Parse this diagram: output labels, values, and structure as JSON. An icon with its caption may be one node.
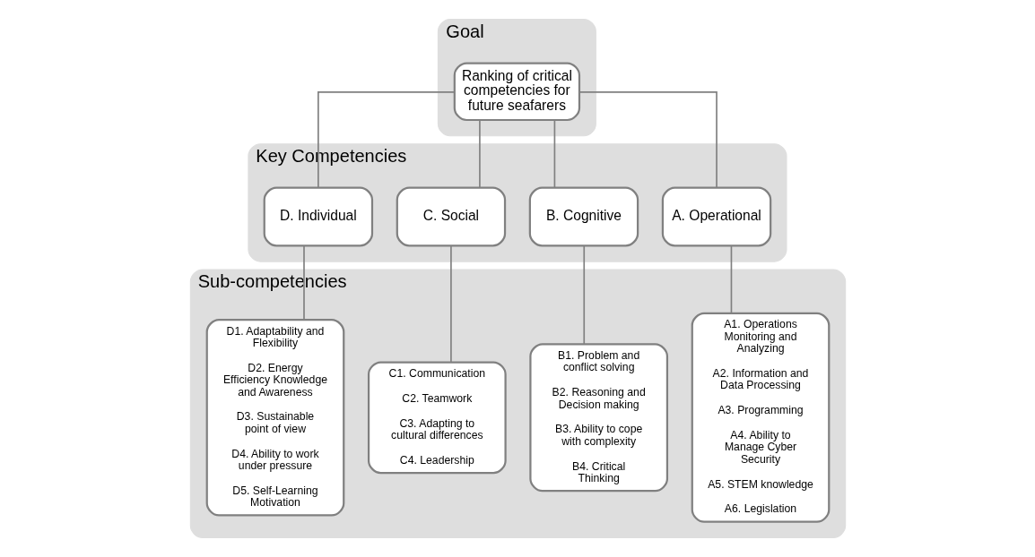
{
  "diagram": {
    "nodes": [
      {
        "text": [
          "Goal"
        ]
      },
      {
        "text": [
          "Ranking of critical competencies for future seafarers"
        ],
        "in": 0
      },
      {
        "text": [
          "Key Competencies"
        ]
      },
      {
        "text": [
          "A. Operational"
        ],
        "in": 2
      },
      {
        "text": [
          "B. Cognitive"
        ],
        "in": 2
      },
      {
        "text": [
          "C. Social"
        ],
        "in": 2
      },
      {
        "text": [
          "D. Individual"
        ],
        "in": 2
      },
      {
        "text": [
          "Sub-competencies"
        ]
      },
      {
        "text": [
          "A1. Operations Monitoring and Analyzing",
          "A2. Information and Data Processing",
          "A3. Programming",
          "A4. Ability to Manage Cyber Security",
          "A5. STEM knowledge",
          "A6. Legislation"
        ],
        "in": 7
      },
      {
        "text": [
          "B1. Problem and conflict solving",
          "B2. Reasoning and Decision making",
          "B3. Ability to cope with complexity",
          "B4. Critical Thinking"
        ],
        "in": 7
      },
      {
        "text": [
          "C1. Communication",
          "C2. Teamwork",
          "C3. Adapting to cultural differences",
          "C4. Leadership"
        ],
        "in": 7
      },
      {
        "text": [
          "D1. Adaptability and Flexibility",
          "D2. Energy Efficiency Knowledge and Awareness",
          "D3. Sustainable point of view",
          "D4. Ability to work under pressure",
          "D5. Self-Learning Motivation"
        ],
        "in": 7
      }
    ],
    "edges": [
      {
        "from": 1,
        "to": 3,
        "arrow": "none"
      },
      {
        "from": 1,
        "to": 4,
        "arrow": "none"
      },
      {
        "from": 1,
        "to": 5,
        "arrow": "none"
      },
      {
        "from": 1,
        "to": 6,
        "arrow": "none"
      },
      {
        "from": 3,
        "to": 8,
        "arrow": "none"
      },
      {
        "from": 4,
        "to": 9,
        "arrow": "none"
      },
      {
        "from": 5,
        "to": 10,
        "arrow": "none"
      },
      {
        "from": 6,
        "to": 11,
        "arrow": "none"
      }
    ]
  }
}
